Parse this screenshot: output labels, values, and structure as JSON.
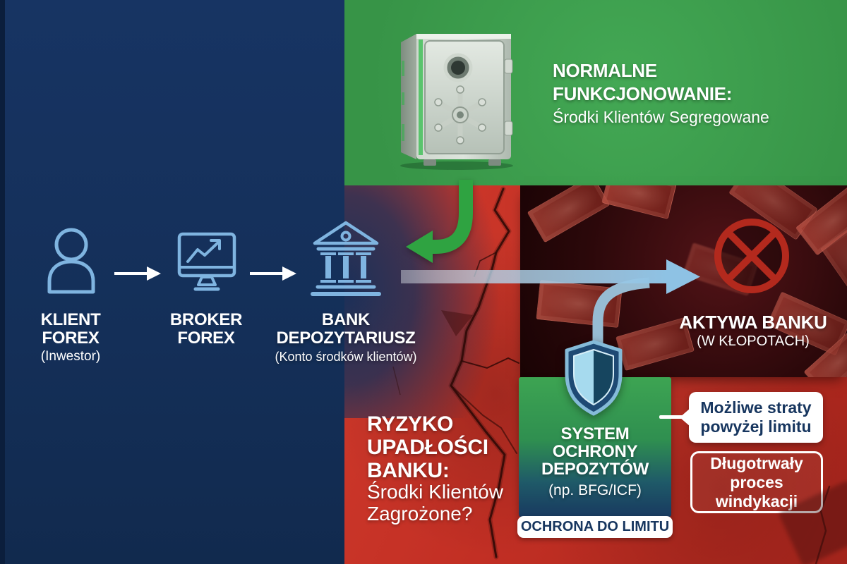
{
  "colors": {
    "navy": "#14305a",
    "navy_deep": "#102849",
    "green": "#35a04c",
    "red": "#c53128",
    "dark_red": "#250507",
    "icon_blue": "#7fb4e0",
    "arrow_blue": "#8ec2e4",
    "banned_red": "#b3291d",
    "text_navy": "#17365f",
    "white": "#ffffff"
  },
  "normal_operation": {
    "title": "NORMALNE\nFUNKCJONOWANIE:",
    "subtitle": "Środki Klientów Segregowane"
  },
  "flow": {
    "client": {
      "label": "KLIENT\nFOREX",
      "sublabel": "(Inwestor)"
    },
    "broker": {
      "label": "BROKER\nFOREX"
    },
    "bank": {
      "label": "BANK\nDEPOZYTARIUSZ",
      "sublabel": "(Konto środków klientów)"
    }
  },
  "bank_assets": {
    "title": "AKTYWA BANKU",
    "subtitle": "(W KŁOPOTACH)"
  },
  "risk": {
    "title": "RYZYKO\nUPADŁOŚCI\nBANKU:",
    "subtitle": "Środki Klientów\nZagrożone?"
  },
  "protection": {
    "title": "SYSTEM\nOCHRONY\nDEPOZYTÓW",
    "subtitle": "(np. BFG/ICF)",
    "badge": "OCHRONA DO LIMITU"
  },
  "outcomes": {
    "bubble": "Możliwe straty\npowyżej limitu",
    "box": "Długotrwały\nproces\nwindykacji"
  },
  "icons": {
    "client": "user-icon",
    "broker": "monitor-chart-icon",
    "bank": "bank-building-icon",
    "vault": "safe-vault-icon",
    "shield": "shield-icon",
    "blocked": "no-entry-icon"
  }
}
